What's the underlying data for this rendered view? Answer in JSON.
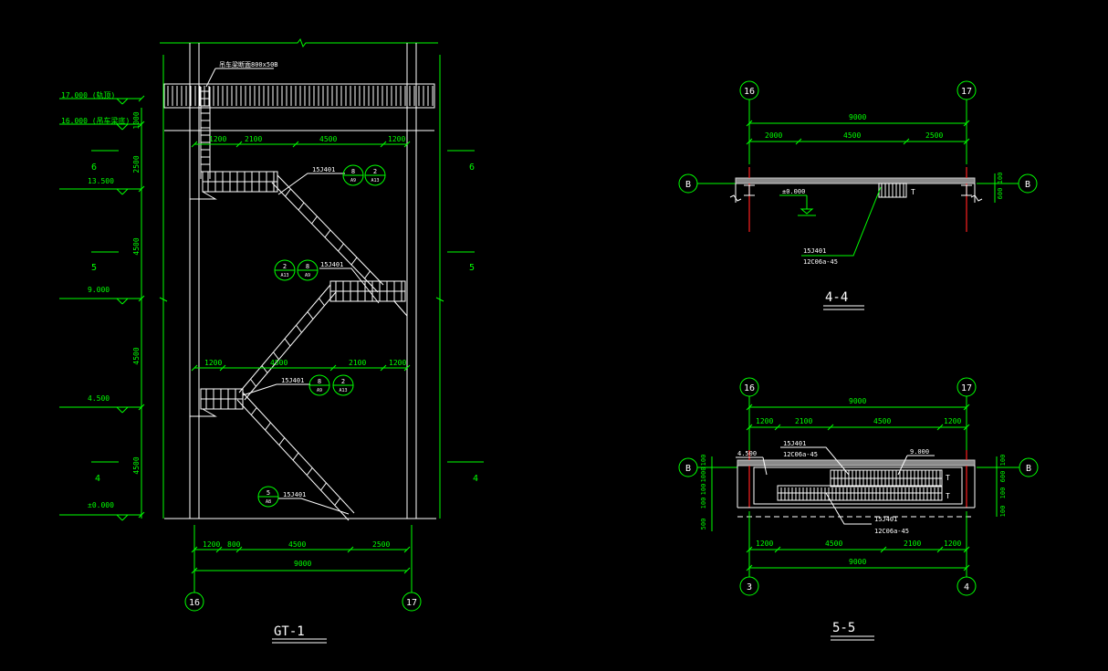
{
  "gt1": {
    "title": "GT-1",
    "elev_labels": [
      "17.000 (轨顶)",
      "16.000 (吊车梁底)",
      "13.500",
      "9.000",
      "4.500",
      "±0.000"
    ],
    "floor_labels": [
      "6",
      "5",
      "4"
    ],
    "vert_dims": [
      "1000",
      "2500",
      "4500",
      "4500",
      "4500"
    ],
    "top_dims": [
      "1200",
      "2100",
      "4500",
      "1200"
    ],
    "mid_dims": [
      "1200",
      "4500",
      "2100",
      "1200"
    ],
    "bottom_dims": [
      "1200",
      "800",
      "4500",
      "2500"
    ],
    "total_dim": "9000",
    "axes": [
      "16",
      "17"
    ],
    "beam_note": "吊车梁断面800x50B",
    "ref_code": "15J401",
    "callouts": [
      {
        "top": "8",
        "bottom": "A9"
      },
      {
        "top": "2",
        "bottom": "A13"
      },
      {
        "top": "2",
        "bottom": "A13"
      },
      {
        "top": "8",
        "bottom": "A9"
      },
      {
        "top": "8",
        "bottom": "A9"
      },
      {
        "top": "2",
        "bottom": "A13"
      },
      {
        "top": "5",
        "bottom": "A8"
      }
    ]
  },
  "sec44": {
    "title": "4-4",
    "axes": [
      "16",
      "17"
    ],
    "grid": "B",
    "total_dim": "9000",
    "dims": [
      "2000",
      "4500",
      "2500"
    ],
    "elev": "±0.000",
    "side_dims": [
      "100",
      "600"
    ],
    "ref_code": "15J401",
    "rebar": "12C06a-45",
    "tag": "T"
  },
  "sec55": {
    "title": "5-5",
    "top_axes": [
      "16",
      "17"
    ],
    "bottom_axes": [
      "3",
      "4"
    ],
    "grid": "B",
    "total_dim": "9000",
    "top_dims": [
      "1200",
      "2100",
      "4500",
      "1200"
    ],
    "bottom_dims": [
      "1200",
      "4500",
      "2100",
      "1200"
    ],
    "elev_left": "4.500",
    "elev_right": "9.000",
    "ref_code": "15J401",
    "rebar": "12C06a-45",
    "left_dims": [
      "100",
      "1000",
      "100",
      "100",
      "500"
    ],
    "right_dims": [
      "100",
      "600",
      "100",
      "100"
    ],
    "tag": "T"
  },
  "colors": {
    "green": "#00ff00",
    "white": "#ffffff",
    "red": "#ff2020",
    "background": "#000000"
  }
}
